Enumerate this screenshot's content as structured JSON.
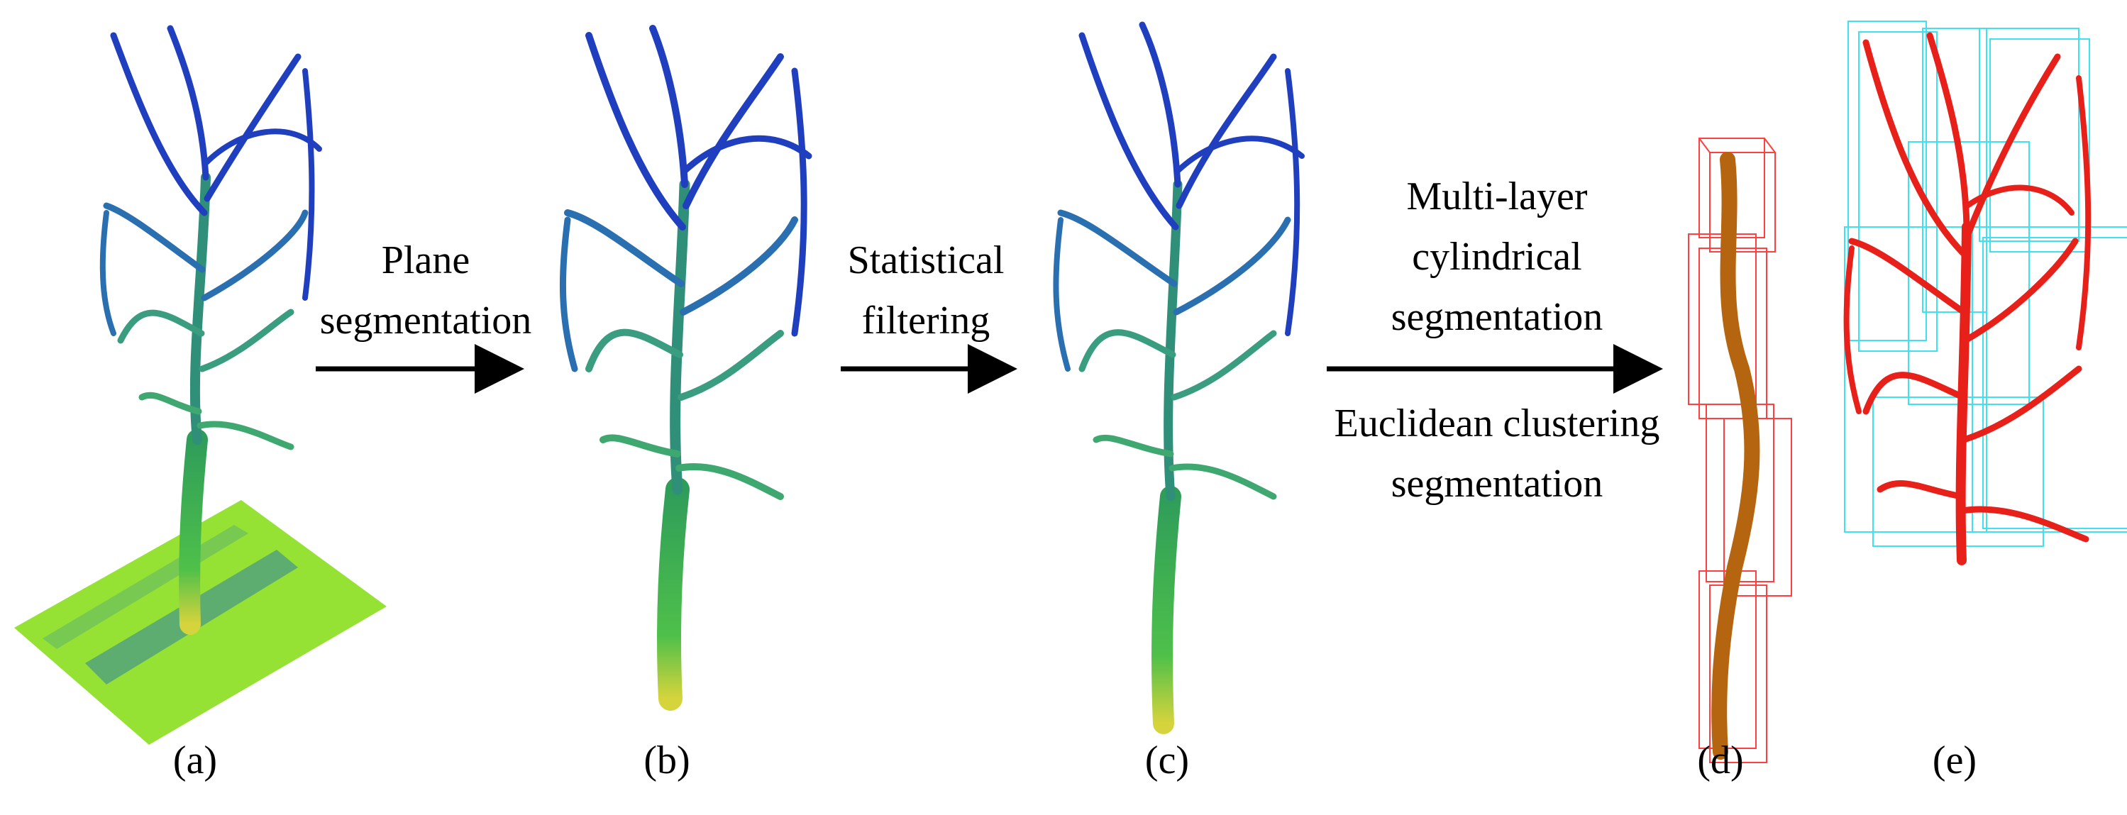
{
  "steps": {
    "plane": {
      "line1": "Plane",
      "line2": "segmentation"
    },
    "statistical": {
      "line1": "Statistical",
      "line2": "filtering"
    },
    "cylindrical": {
      "line1": "Multi-layer",
      "line2": "cylindrical",
      "line3": "segmentation"
    },
    "euclidean": {
      "line1": "Euclidean clustering",
      "line2": "segmentation"
    }
  },
  "panel_labels": {
    "a": "(a)",
    "b": "(b)",
    "c": "(c)",
    "d": "(d)",
    "e": "(e)"
  },
  "colors": {
    "branch_blue": "#1f3fbf",
    "trunk_green": "#3fb848",
    "ground_green": "#8fe02a",
    "trunk_yellow": "#d8d23a",
    "stem_brown": "#b5650f",
    "segment_red": "#e8201a",
    "box_red": "#ff4040",
    "box_cyan": "#3fe0f0",
    "arrow": "#000000"
  }
}
